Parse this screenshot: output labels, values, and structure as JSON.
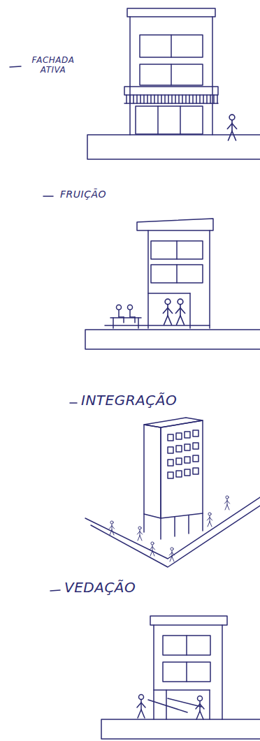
{
  "diagram": {
    "labels": [
      "FACHADA ATIVA",
      "FRUIÇÃO",
      "INTEGRAÇÃO",
      "VEDAÇÃO"
    ]
  }
}
